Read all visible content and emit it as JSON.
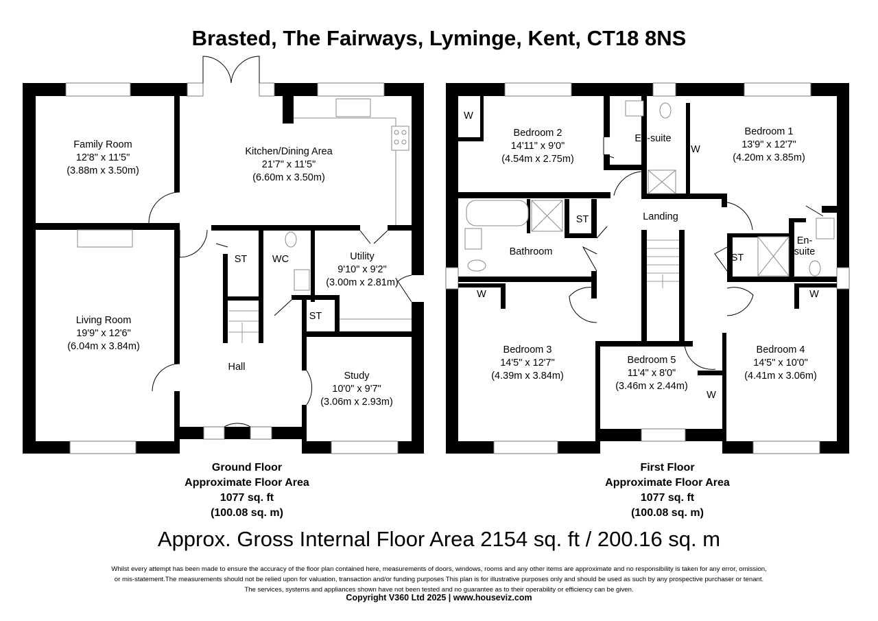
{
  "title": "Brasted, The Fairways, Lyminge, Kent, CT18 8NS",
  "ground_floor": {
    "name": "Ground Floor",
    "area_label": "Approximate Floor Area",
    "area_sqft": "1077 sq. ft",
    "area_sqm": "(100.08 sq. m)",
    "rooms": {
      "family": {
        "name": "Family Room",
        "imperial": "12'8\" x 11'5\"",
        "metric": "(3.88m x 3.50m)"
      },
      "kitchen": {
        "name": "Kitchen/Dining Area",
        "imperial": "21'7\" x 11'5\"",
        "metric": "(6.60m x 3.50m)"
      },
      "living": {
        "name": "Living Room",
        "imperial": "19'9\" x 12'6\"",
        "metric": "(6.04m x 3.84m)"
      },
      "utility": {
        "name": "Utility",
        "imperial": "9'10\" x 9'2\"",
        "metric": "(3.00m x 2.81m)"
      },
      "study": {
        "name": "Study",
        "imperial": "10'0\" x 9'7\"",
        "metric": "(3.06m x 2.93m)"
      },
      "hall": {
        "name": "Hall"
      },
      "wc": {
        "name": "WC"
      },
      "st1": {
        "name": "ST"
      },
      "st2": {
        "name": "ST"
      }
    }
  },
  "first_floor": {
    "name": "First Floor",
    "area_label": "Approximate Floor Area",
    "area_sqft": "1077 sq. ft",
    "area_sqm": "(100.08 sq. m)",
    "rooms": {
      "bed1": {
        "name": "Bedroom 1",
        "imperial": "13'9\" x 12'7\"",
        "metric": "(4.20m x 3.85m)"
      },
      "bed2": {
        "name": "Bedroom 2",
        "imperial": "14'11\" x 9'0\"",
        "metric": "(4.54m x 2.75m)"
      },
      "bed3": {
        "name": "Bedroom 3",
        "imperial": "14'5\" x 12'7\"",
        "metric": "(4.39m x 3.84m)"
      },
      "bed4": {
        "name": "Bedroom 4",
        "imperial": "14'5\" x 10'0\"",
        "metric": "(4.41m x 3.06m)"
      },
      "bed5": {
        "name": "Bedroom 5",
        "imperial": "11'4\" x 8'0\"",
        "metric": "(3.46m x 2.44m)"
      },
      "ensuite1": {
        "name": "En-suite"
      },
      "ensuite2": {
        "line1": "En-",
        "line2": "suite"
      },
      "bathroom": {
        "name": "Bathroom"
      },
      "landing": {
        "name": "Landing"
      },
      "st1": {
        "name": "ST"
      },
      "st2": {
        "name": "ST"
      },
      "w": "W"
    }
  },
  "gross_area": "Approx. Gross Internal Floor Area 2154 sq. ft / 200.16 sq. m",
  "disclaimer": [
    "Whilst every attempt has been made to ensure the accuracy of the floor plan contained here, measurements of doors, windows, rooms and any other items are approximate and no responsibility is taken for any error, omission,",
    "or mis-statement.The measurements should not be relied upon for valuation, transaction and/or funding purposes This plan is for illustrative purposes only and should be used as such by any prospective purchaser or tenant.",
    "The services, systems and appliances shown have not been tested and no guarantee as to their operability or efficiency can be given."
  ],
  "copyright": "Copyright V360 Ltd 2025 | www.houseviz.com"
}
